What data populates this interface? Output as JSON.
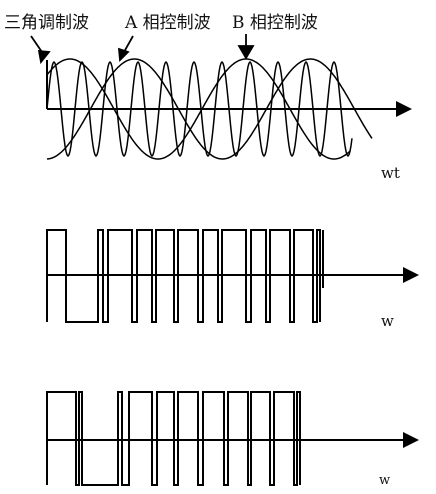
{
  "labels": {
    "triangle_carrier": "三角调制波",
    "phase_a": "A 相控制波",
    "phase_b": "B 相控制波",
    "axis_top": "wt",
    "axis_middle": "w",
    "axis_bottom": "w"
  },
  "colors": {
    "stroke": "#000000",
    "background": "#ffffff"
  }
}
